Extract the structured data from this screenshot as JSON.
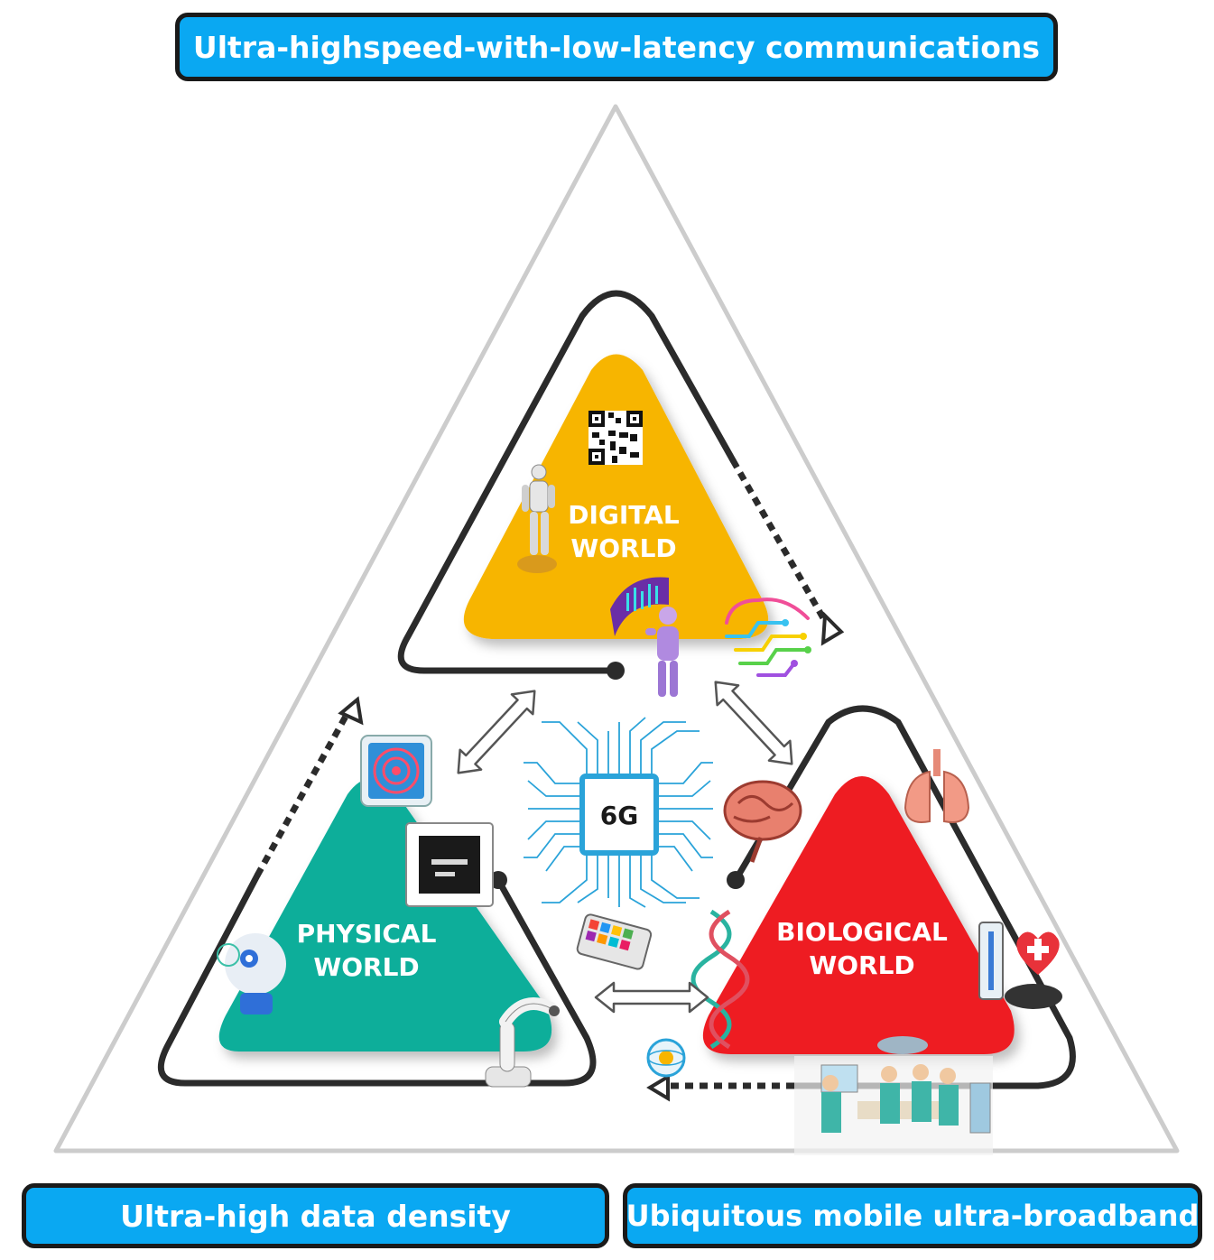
{
  "banners": {
    "top": "Ultra-highspeed-with-low-latency communications",
    "bottom_left": "Ultra-high data density",
    "bottom_right": "Ubiquitous mobile ultra-broadband"
  },
  "worlds": {
    "digital": {
      "line1": "DIGITAL",
      "line2": "WORLD",
      "color": "#f7b500"
    },
    "physical": {
      "line1": "PHYSICAL",
      "line2": "WORLD",
      "color": "#0fae9a"
    },
    "biological": {
      "line1": "BIOLOGICAL",
      "line2": "WORLD",
      "color": "#ee1c24"
    }
  },
  "center_chip": {
    "label": "6G",
    "trace_color": "#2aa3d9"
  },
  "colors": {
    "banner": "#0aa8f2",
    "outline": "#cccccc",
    "loop": "#2b2b2b"
  }
}
